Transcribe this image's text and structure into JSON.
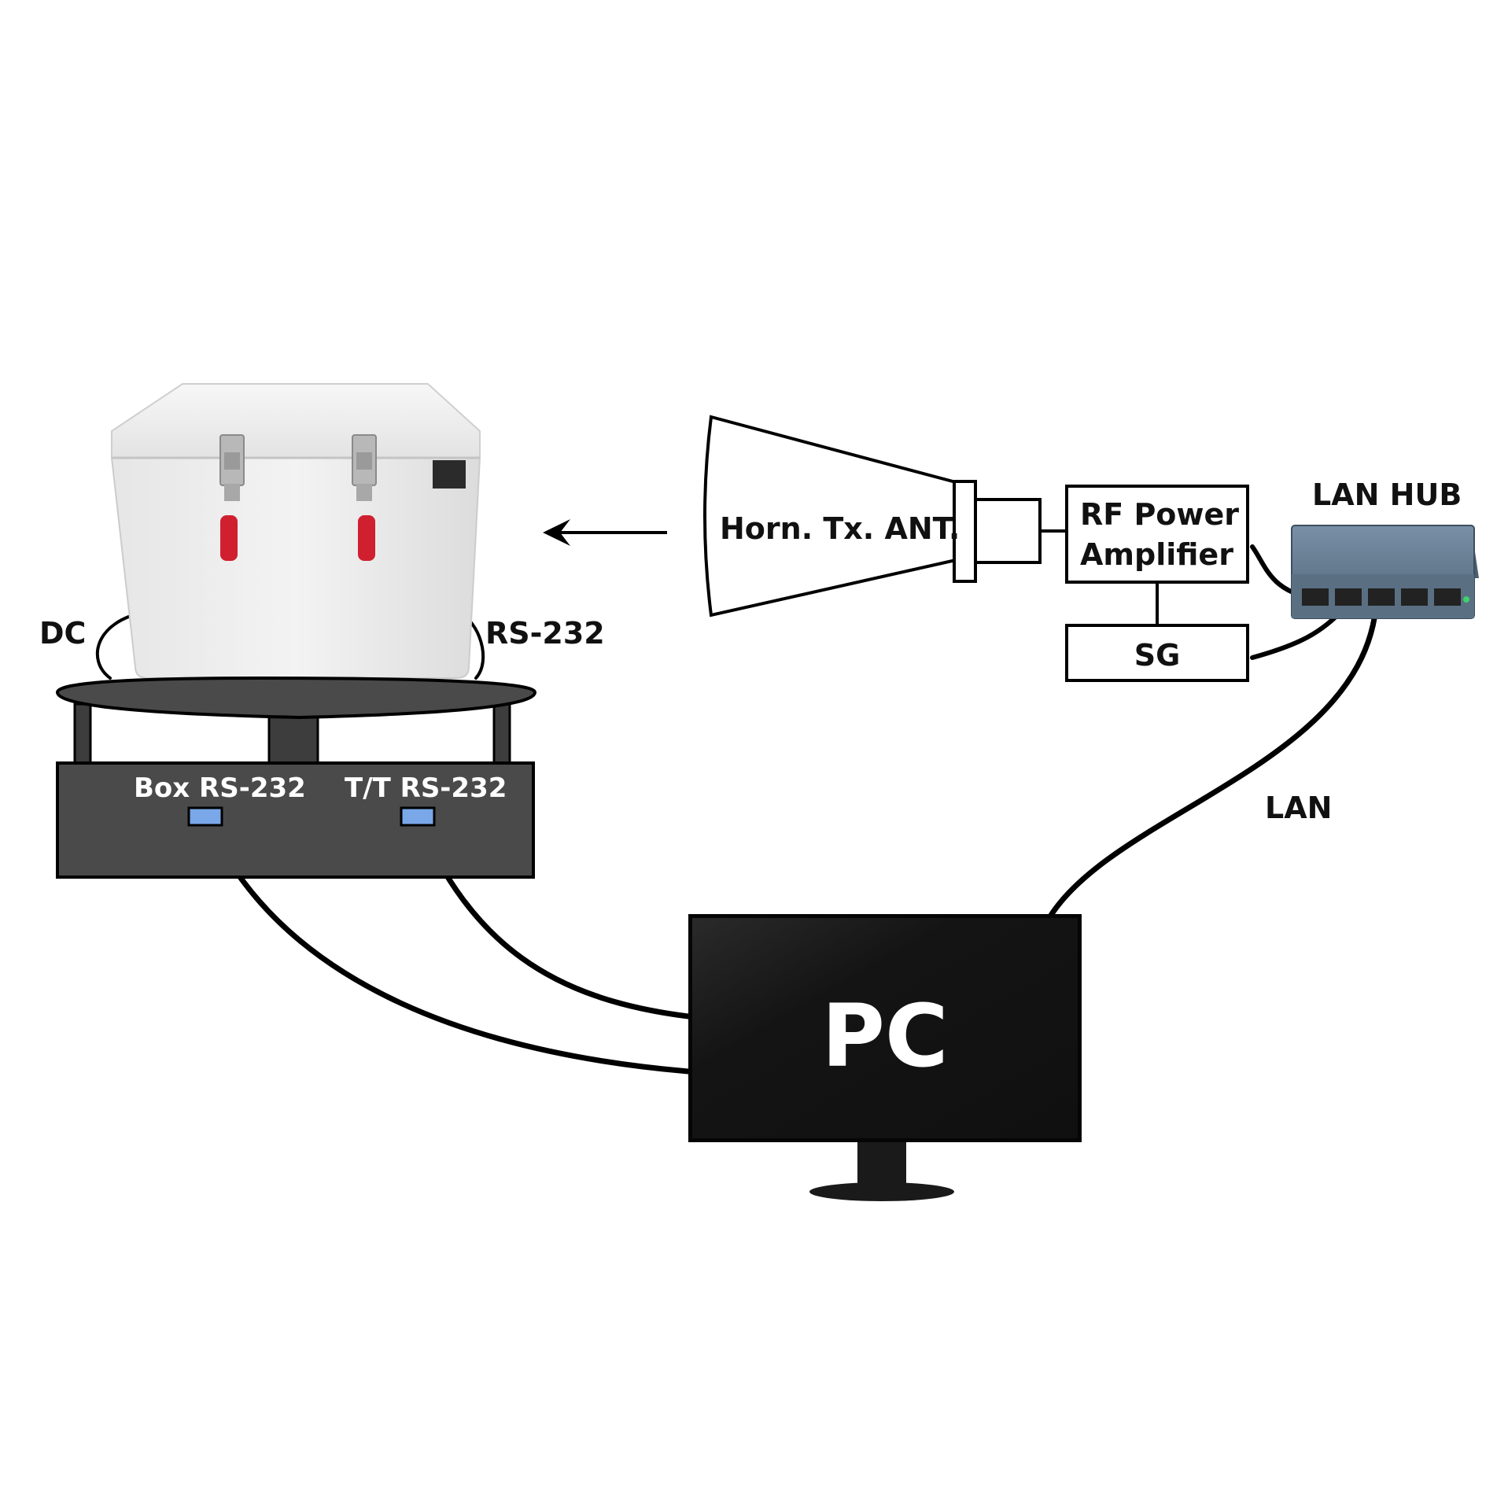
{
  "labels": {
    "dc": "DC",
    "rs232": "RS-232",
    "box_rs232": "Box RS-232",
    "tt_rs232": "T/T RS-232",
    "horn": "Horn. Tx. ANT.",
    "rf_line1": "RF Power",
    "rf_line2": "Amplifier",
    "sg": "SG",
    "lan_hub": "LAN HUB",
    "lan": "LAN",
    "pc": "PC"
  },
  "colors": {
    "cable": "#000000",
    "box_body": "#ededed",
    "turntable": "#4a4a4a",
    "handle_red": "#d01f2e",
    "port_blue": "#7aa7e8",
    "switch_body": "#5d7388",
    "monitor": "#151515"
  },
  "icons": {
    "shield_box": "shielded-box-photo",
    "turntable": "turntable",
    "horn_antenna": "horn-antenna",
    "lan_switch": "network-switch-photo",
    "monitor": "monitor"
  }
}
